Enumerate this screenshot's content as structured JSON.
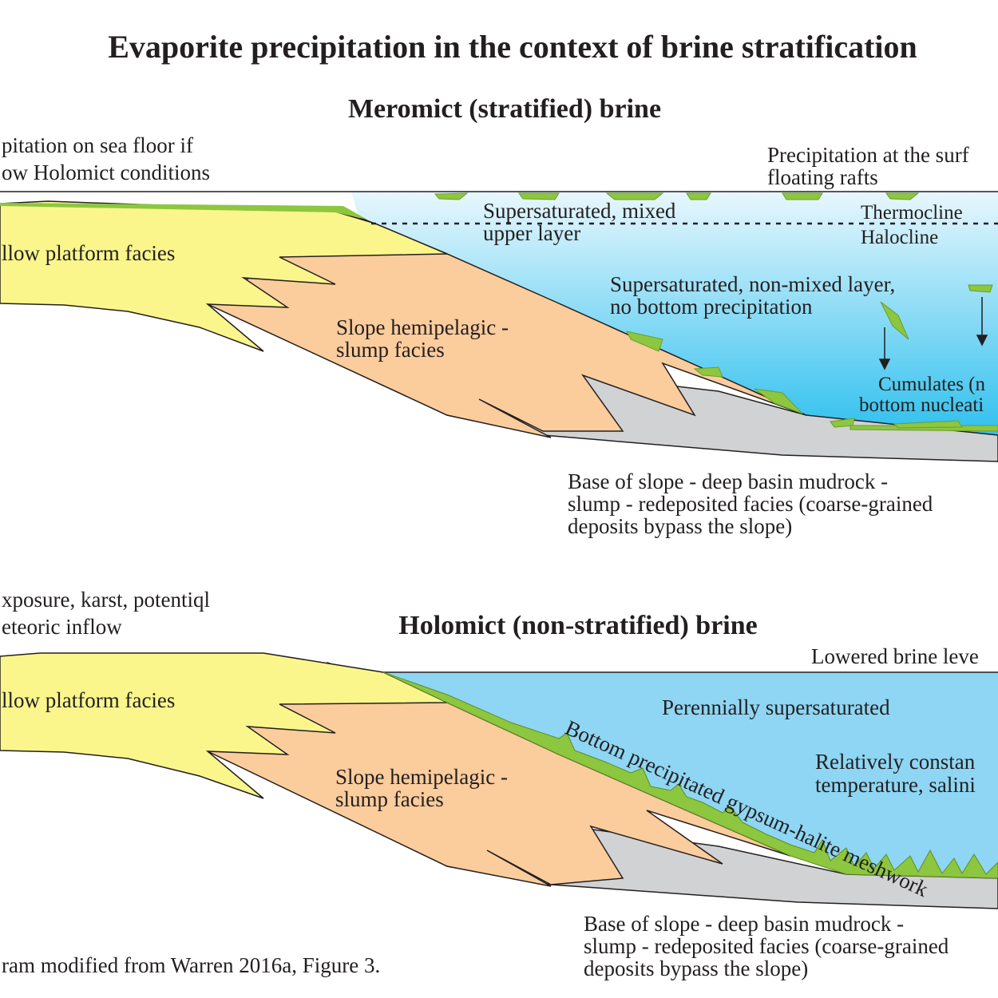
{
  "title": "Evaporite precipitation in the context of brine stratification",
  "caption": "ram modified from Warren 2016a, Figure 3.",
  "colors": {
    "platform": "#fbf68c",
    "slope": "#fbcc9c",
    "basin": "#d1d2d4",
    "brine": "#8ed6f3",
    "brine_light": "#e8f7fd",
    "evaporite": "#8dc63f",
    "outline": "#231f20"
  },
  "meromict": {
    "heading": "Meromict (stratified) brine",
    "floor_note": [
      "pitation on sea floor if",
      "ow Holomict conditions"
    ],
    "surface_note": [
      "Precipitation at the surf",
      "floating rafts"
    ],
    "platform_label": "llow platform facies",
    "upper_layer": [
      "Supersaturated, mixed",
      "upper layer"
    ],
    "thermocline": "Thermocline",
    "halocline": "Halocline",
    "lower_layer": [
      "Supersaturated, non-mixed layer,",
      "no bottom precipitation"
    ],
    "slope_label": [
      "Slope hemipelagic -",
      "slump facies"
    ],
    "cumulates": [
      "Cumulates (n",
      "bottom nucleati"
    ],
    "base_label": [
      "Base of slope - deep basin mudrock -",
      "slump - redeposited facies (coarse-grained",
      "deposits bypass the slope)"
    ]
  },
  "holomict": {
    "heading": "Holomict (non-stratified) brine",
    "exposure_note": [
      "xposure, karst, potentiql",
      "eteoric inflow"
    ],
    "brine_level": "Lowered brine leve",
    "platform_label": "llow platform facies",
    "perennial": "Perennially supersaturated",
    "constant": [
      "Relatively constan",
      "temperature, salini"
    ],
    "bottom_precip": "Bottom precipitated gypsum-halite meshwork",
    "slope_label": [
      "Slope hemipelagic -",
      "slump facies"
    ],
    "base_label": [
      "Base of slope - deep basin mudrock -",
      "slump - redeposited facies (coarse-grained",
      "deposits bypass the slope)"
    ]
  }
}
